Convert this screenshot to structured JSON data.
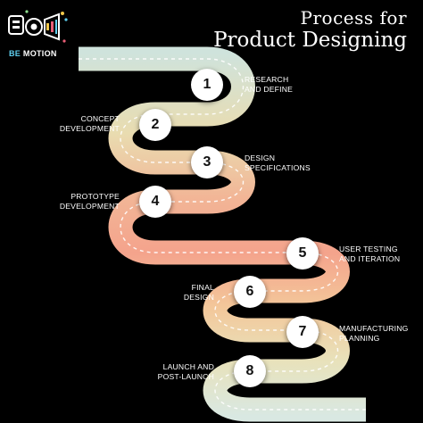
{
  "title": {
    "line1": "Process  for",
    "line2": "Product Designing"
  },
  "logo": {
    "brand_a": "BE",
    "brand_b": " MOTION"
  },
  "colors": {
    "background": "#000000",
    "road_top": "#cfe3dc",
    "road_mid": "#f2a88c",
    "road_bottom": "#d9e8e2",
    "dash": "#ffffff",
    "accent": "#5fd0f0"
  },
  "steps": [
    {
      "number": "1",
      "label": "RESEARCH\nAND DEFINE"
    },
    {
      "number": "2",
      "label": "CONCEPT\nDEVELOPMENT"
    },
    {
      "number": "3",
      "label": "DESIGN\nSPECIFICATIONS"
    },
    {
      "number": "4",
      "label": "PROTOTYPE\nDEVELOPMENT"
    },
    {
      "number": "5",
      "label": "USER TESTING\nAND ITERATION"
    },
    {
      "number": "6",
      "label": "FINAL\nDESIGN"
    },
    {
      "number": "7",
      "label": "MANUFACTURING\nPLANNING"
    },
    {
      "number": "8",
      "label": "LAUNCH AND\nPOST-LAUNCH"
    }
  ]
}
